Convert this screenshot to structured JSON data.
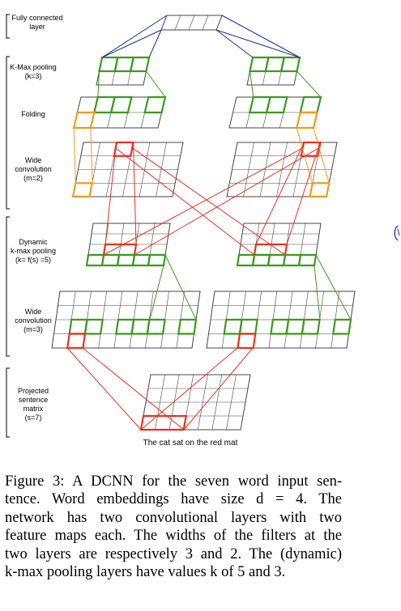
{
  "labels": {
    "fully_connected": "Fully connected\nlayer",
    "kmax_pooling": "K-Max pooling\n(k=3)",
    "folding": "Folding",
    "wide_conv_top": "Wide\nconvolution\n(m=2)",
    "dynamic_kmax": "Dynamic\nk-max pooling\n(k= f(s) =5)",
    "wide_conv_bottom": "Wide\nconvolution\n(m=3)",
    "projected": "Projected\nsentence\nmatrix\n(s=7)"
  },
  "sentence": "The cat sat on the red mat",
  "caption": {
    "lines": [
      "Figure 3: A DCNN for the seven word input sen-",
      "tence. Word embeddings have size d = 4. The",
      "network has two convolutional layers with two",
      "feature maps each. The widths of the filters at the",
      "two layers are respectively 3 and 2. The (dynamic)",
      "k-max pooling layers have values k of 5 and 3."
    ]
  },
  "colors": {
    "grid": "#444444",
    "green": "#3c9a1e",
    "red": "#e8321e",
    "orange": "#f59a1e",
    "blue": "#1e2ea0",
    "bracket": "#000000"
  }
}
